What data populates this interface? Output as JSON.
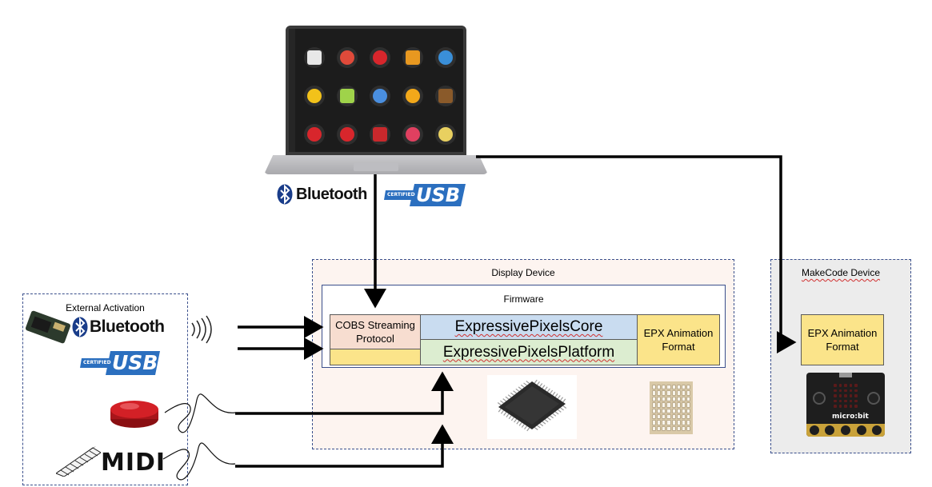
{
  "laptop": {
    "tiles": [
      "skull-icon",
      "rocket-icon",
      "sine-wave-icon",
      "pumpkin-icon",
      "penguin-icon",
      "emoji-wink-icon",
      "smiley-icon",
      "wifi-icon",
      "sun-icon",
      "poop-icon",
      "mario-icon",
      "heart-icon",
      "heart-circle-icon",
      "heart-pixel-icon",
      "lightning-icon"
    ]
  },
  "top_connectivity": {
    "bluetooth": "Bluetooth",
    "usb": "USB",
    "usb_badge": "CERTIFIED"
  },
  "external": {
    "title": "External Activation",
    "bluetooth": "Bluetooth",
    "usb": "USB",
    "usb_badge": "CERTIFIED",
    "midi": "MIDI"
  },
  "display_device": {
    "title": "Display Device",
    "firmware": {
      "title": "Firmware",
      "cobs": "COBS Streaming Protocol",
      "core": "ExpressivePixelsCore",
      "platform": "ExpressivePixelsPlatform",
      "epx": "EPX Animation Format"
    }
  },
  "makecode_device": {
    "title": "MakeCode Device",
    "epx": "EPX Animation Format",
    "microbit": "micro:bit"
  },
  "colors": {
    "display_bg": "#fdf4f0",
    "makecode_bg": "#ececec",
    "firmware_border": "#3a4f8c",
    "cobs_fill": "#f7ddd0",
    "core_fill": "#c9dcf0",
    "platform_fill": "#dcedd0",
    "epx_fill": "#fbe48a",
    "usb_blue": "#2b6fbf"
  }
}
